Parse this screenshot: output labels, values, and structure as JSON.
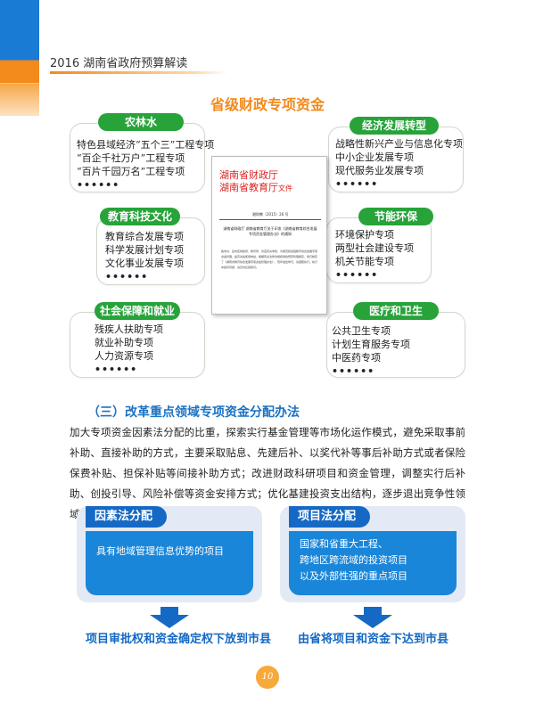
{
  "header": {
    "title": "2016  湖南省政府预算解读"
  },
  "section_title": "省级财政专项资金",
  "categories": [
    {
      "label": "农林水",
      "items": [
        "特色县域经济“五个三”工程专项",
        "“百企千社万户”工程专项",
        "“百片千园万名”工程专项",
        "••••••"
      ]
    },
    {
      "label": "经济发展转型",
      "items": [
        "战略性新兴产业与信息化专项",
        "中小企业发展专项",
        "现代服务业发展专项",
        "••••••"
      ]
    },
    {
      "label": "教育科技文化",
      "items": [
        "教育综合发展专项",
        "科学发展计划专项",
        "文化事业发展专项",
        "••••••"
      ]
    },
    {
      "label": "节能环保",
      "items": [
        "环境保护专项",
        "两型社会建设专项",
        "机关节能专项",
        "••••••"
      ]
    },
    {
      "label": "社会保障和就业",
      "items": [
        "残疾人扶助专项",
        "就业补助专项",
        "人力资源专项",
        "••••••"
      ]
    },
    {
      "label": "医疗和卫生",
      "items": [
        "公共卫生专项",
        "计划生育服务专项",
        "中医药专项",
        "••••••"
      ]
    }
  ],
  "document": {
    "line1": "湖南省财政厅",
    "line2": "湖南省教育厅",
    "suffix": "文件",
    "number": "湘财教〔2015〕26 号",
    "subject": "湖南省财政厅 湖南省教育厅关于印发《湖南省教育综合发展专项资金管理办法》的通知",
    "body": "各市州、县市区财政局、教育局：省直有关学校：为规范和加强教育综合发展专项资金管理，提高资金使用效益，根据有关法律法规和财政预算管理规定，我们制定了《湖南省教育综合发展专项资金管理办法》，现印发给你们，请遵照执行。执行中如有问题，请及时反馈我们。"
  },
  "sub_heading": "（三）改革重点领域专项资金分配办法",
  "paragraph": "加大专项资金因素法分配的比重，探索实行基金管理等市场化运作模式，避免采取事前补助、直接补助的方式，主要采取贴息、先建后补、以奖代补等事后补助方式或者保险保费补贴、担保补贴等间接补助方式；改进财政科研项目和资金管理，调整实行后补助、创投引导、风险补偿等资金安排方式；优化基建投资支出结构，逐步退出竞争性领域投入。",
  "panels": [
    {
      "tab": "因素法分配",
      "lines": [
        "具有地域管理信息优势的项目"
      ],
      "result": "项目审批权和资金确定权下放到市县"
    },
    {
      "tab": "项目法分配",
      "lines": [
        "国家和省重大工程、",
        "跨地区跨流域的投资项目",
        "以及外部性强的重点项目"
      ],
      "result": "由省将项目和资金下达到市县"
    }
  ],
  "page_number": "10",
  "colors": {
    "green": "#27a33a",
    "orange": "#f08a1c",
    "blue": "#1569c4",
    "lightblue": "#1a86d9"
  }
}
